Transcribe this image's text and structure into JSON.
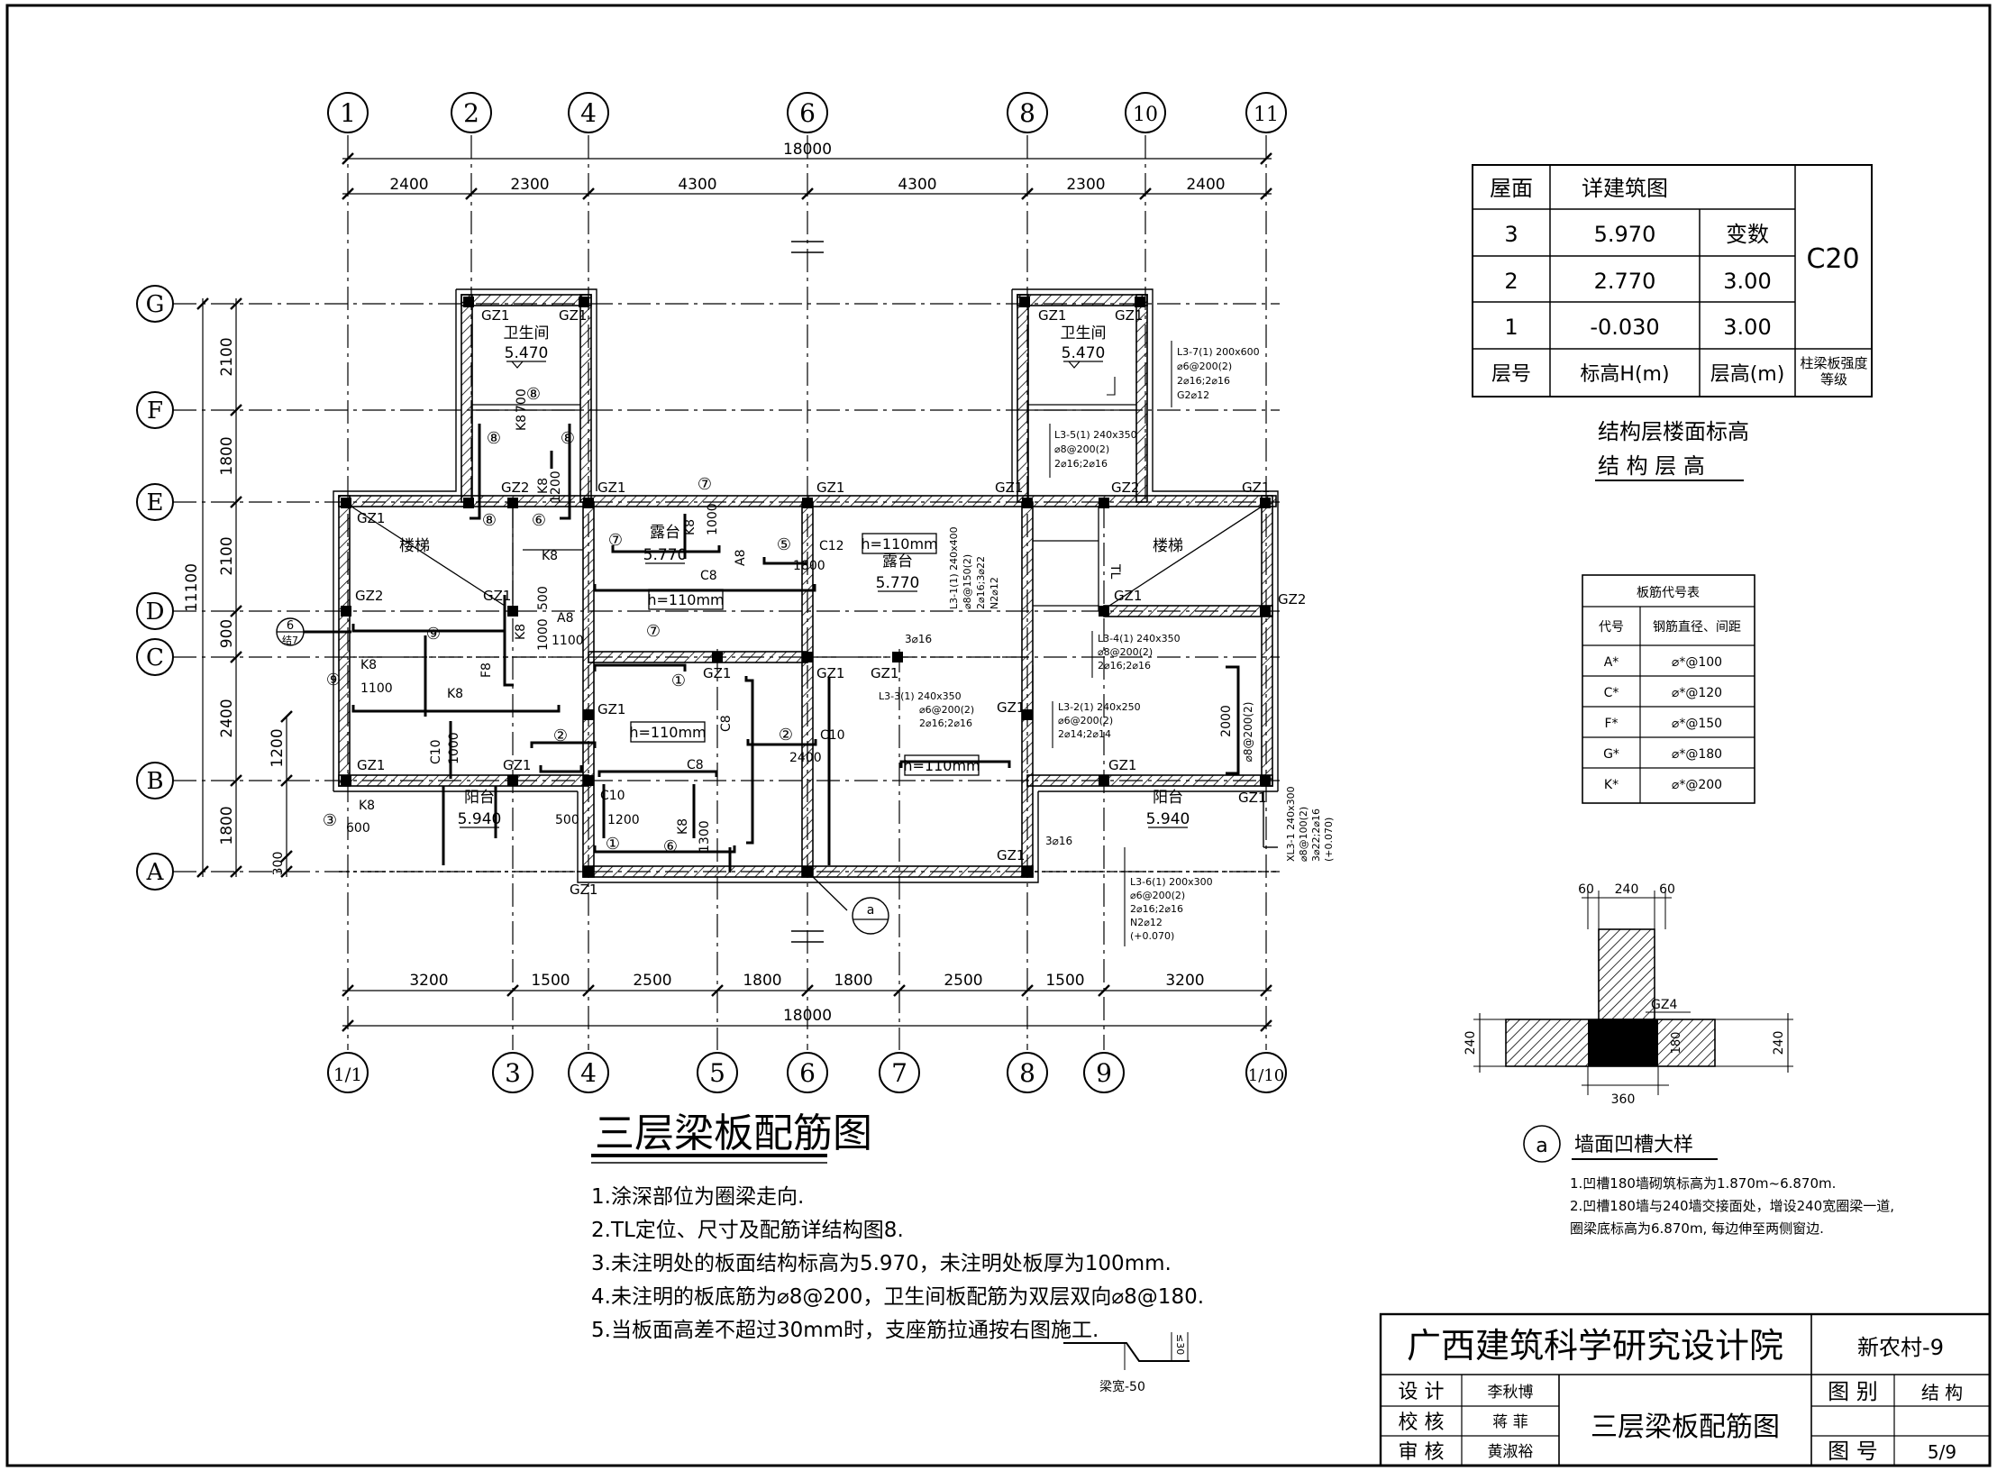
{
  "drawing_title": "三层梁板配筋图",
  "axes": {
    "top": [
      "1",
      "2",
      "4",
      "6",
      "8",
      "10",
      "11"
    ],
    "bottom": [
      "1/1",
      "3",
      "4",
      "5",
      "6",
      "7",
      "8",
      "9",
      "1/10"
    ],
    "left": [
      "G",
      "F",
      "E",
      "D",
      "C",
      "B",
      "A"
    ]
  },
  "dims": {
    "top_total": "18000",
    "top": [
      "2400",
      "2300",
      "4300",
      "4300",
      "2300",
      "2400"
    ],
    "bottom": [
      "3200",
      "1500",
      "2500",
      "1800",
      "1800",
      "2500",
      "1500",
      "3200"
    ],
    "bottom_total": "18000",
    "left_total": "11100",
    "left": [
      "2100",
      "1800",
      "2100",
      "900",
      "2400",
      "1800"
    ],
    "left_inner": [
      "1200",
      "300"
    ]
  },
  "rooms": [
    {
      "name": "卫生间",
      "elev": "5.470"
    },
    {
      "name": "卫生间",
      "elev": "5.470"
    },
    {
      "name": "露台",
      "elev": "5.770"
    },
    {
      "name": "露台",
      "elev": "5.770"
    },
    {
      "name": "阳台",
      "elev": "5.940"
    },
    {
      "name": "阳台",
      "elev": "5.940"
    },
    {
      "name": "楼梯"
    },
    {
      "name": "楼梯"
    }
  ],
  "plan_labels": {
    "gz1": "GZ1",
    "gz2": "GZ2",
    "gz4": "GZ4",
    "k8": "K8",
    "c8": "C8",
    "c10": "C10",
    "c12": "C12",
    "a8": "A8",
    "f8": "F8",
    "h110": "h=110mm",
    "tl": "TL",
    "three16": "3⌀16",
    "n700": "700",
    "n1200": "1200",
    "n1000": "1000",
    "n1800": "1800",
    "n500": "500",
    "n1100": "1100",
    "n600": "600",
    "n1300": "1300",
    "n2400": "2400",
    "n2000": "2000",
    "n2000r": "⌀8@200(2)",
    "m1": "①",
    "m2": "②",
    "m3": "③",
    "m5": "⑤",
    "m6": "⑥",
    "m7": "⑦",
    "m8": "⑧",
    "m9": "⑨",
    "sec6": "6",
    "sec6b": "结7",
    "ref_a": "a"
  },
  "beams": [
    {
      "name": "L3-7(1) 200x600",
      "lines": [
        "⌀6@200(2)",
        "2⌀16;2⌀16",
        "G2⌀12"
      ]
    },
    {
      "name": "L3-5(1) 240x350",
      "lines": [
        "⌀8@200(2)",
        "2⌀16;2⌀16"
      ]
    },
    {
      "name": "L3-1(1) 240x400",
      "lines": [
        "⌀8@150(2)",
        "2⌀16;3⌀22",
        "N2⌀12"
      ]
    },
    {
      "name": "L3-4(1) 240x350",
      "lines": [
        "⌀8@200(2)",
        "2⌀16;2⌀16"
      ]
    },
    {
      "name": "L3-3(1) 240x350",
      "lines": [
        "⌀6@200(2)",
        "2⌀16;2⌀16"
      ]
    },
    {
      "name": "L3-2(1) 240x250",
      "lines": [
        "⌀6@200(2)",
        "2⌀14;2⌀14"
      ]
    },
    {
      "name": "XL3-1 240x300",
      "lines": [
        "⌀8@100(2)",
        "3⌀22;2⌀16",
        "(+0.070)"
      ]
    },
    {
      "name": "L3-6(1) 200x300",
      "lines": [
        "⌀6@200(2)",
        "2⌀16;2⌀16",
        "N2⌀12",
        "(+0.070)"
      ]
    }
  ],
  "elevation_table": {
    "headers": [
      "屋面",
      "详建筑图"
    ],
    "rows": [
      [
        "3",
        "5.970",
        "变数"
      ],
      [
        "2",
        "2.770",
        "3.00"
      ],
      [
        "1",
        "-0.030",
        "3.00"
      ]
    ],
    "footer": [
      "层号",
      "标高H(m)",
      "层高(m)",
      "柱梁板强度等级"
    ],
    "grade": "C20",
    "caption1": "结构层楼面标高",
    "caption2": "结 构 层 高"
  },
  "rebar_table": {
    "title": "板筋代号表",
    "headers": [
      "代号",
      "钢筋直径、间距"
    ],
    "rows": [
      [
        "A*",
        "⌀*@100"
      ],
      [
        "C*",
        "⌀*@120"
      ],
      [
        "F*",
        "⌀*@150"
      ],
      [
        "G*",
        "⌀*@180"
      ],
      [
        "K*",
        "⌀*@200"
      ]
    ]
  },
  "detail": {
    "title": "墙面凹槽大样",
    "dims": [
      "60",
      "240",
      "60",
      "240",
      "240",
      "360",
      "180"
    ],
    "notes": [
      "1.凹槽180墙砌筑标高为1.870m~6.870m.",
      "2.凹槽180墙与240墙交接面处，增设240宽圈梁一道,",
      "   圈梁底标高为6.870m, 每边伸至两侧窗边."
    ]
  },
  "notes": [
    "1.涂深部位为圈梁走向.",
    "2.TL定位、尺寸及配筋详结构图8.",
    "3.未注明处的板面结构标高为5.970，未注明处板厚为100mm.",
    "4.未注明的板底筋为⌀8@200，卫生间板配筋为双层双向⌀8@180.",
    "5.当板面高差不超过30mm时，支座筋拉通按右图施工."
  ],
  "small_detail": {
    "label": "梁宽-50",
    "dim": "≤30"
  },
  "title_block": {
    "institute": "广西建筑科学研究设计院",
    "project": "新农村-9",
    "roles": [
      "设 计",
      "校 核",
      "审 核"
    ],
    "names": [
      "李秋博",
      "蒋 菲",
      "黄淑裕"
    ],
    "drawing_name": "三层梁板配筋图",
    "k1": "图 别",
    "v1": "结 构",
    "k2": "图 号",
    "v2": "5/9"
  }
}
